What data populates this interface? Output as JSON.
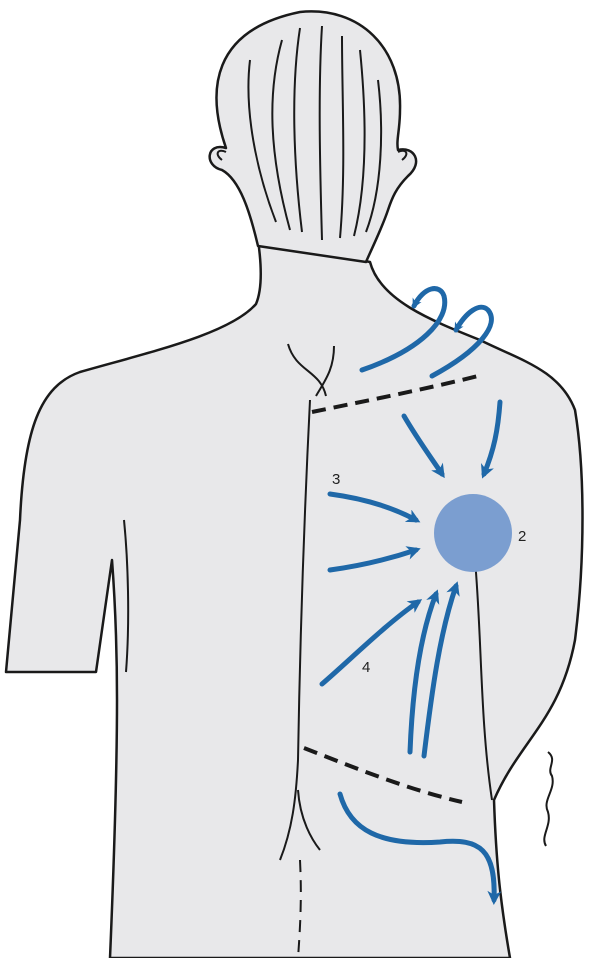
{
  "diagram": {
    "labels": {
      "node": "2",
      "arrow_3": "3",
      "arrow_4": "4"
    },
    "colors": {
      "background": "#ffffff",
      "skin": "#e8e8ea",
      "outline": "#1a1a1a",
      "arrow": "#1f68a8",
      "node": "#7b9ed0"
    }
  }
}
